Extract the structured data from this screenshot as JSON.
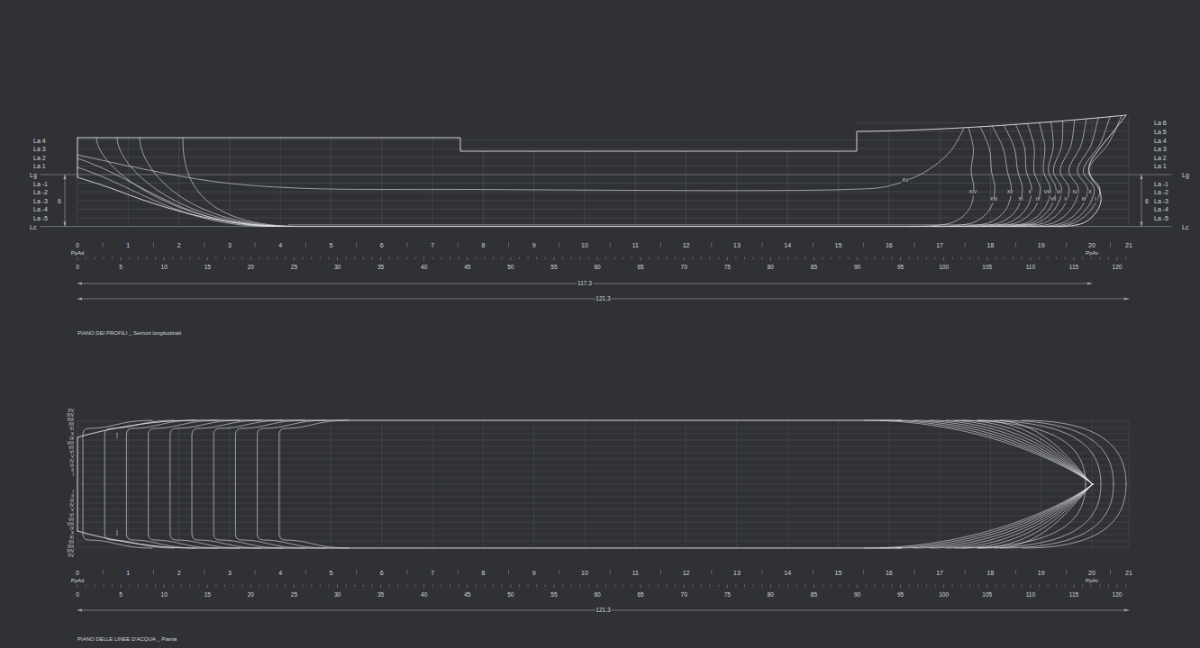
{
  "diagram": {
    "labels": [
      "La 4",
      "La 3",
      "La 2",
      "La 1",
      "Lg",
      "La -1",
      "La -2",
      "La -3",
      "La -4",
      "La -5",
      "Lc",
      "6",
      "La 6",
      "La 5",
      "La 4",
      "La 3",
      "La 2",
      "La 1",
      "Lg",
      "La -1",
      "La -2",
      "La -3",
      "La -4",
      "La -5",
      "Lc",
      "6",
      "XV",
      "XIV",
      "XIII",
      "XII",
      "XI",
      "X",
      "IX",
      "VIII",
      "VII",
      "VI",
      "V",
      "IV",
      "III",
      "II",
      "I",
      "0",
      "1",
      "2",
      "3",
      "4",
      "5",
      "6",
      "7",
      "8",
      "9",
      "10",
      "11",
      "12",
      "13",
      "14",
      "15",
      "16",
      "17",
      "18",
      "19",
      "20",
      "21",
      "PpAd",
      "PpAv",
      "0",
      "5",
      "10",
      "15",
      "20",
      "25",
      "30",
      "35",
      "40",
      "45",
      "50",
      "55",
      "60",
      "65",
      "70",
      "75",
      "80",
      "85",
      "90",
      "95",
      "100",
      "105",
      "110",
      "115",
      "120",
      "117.3",
      "121.3",
      "PIANO DEI PROFILI _ Sezioni longitudinali",
      "XV",
      "XIV",
      "XIII",
      "XII",
      "XI",
      "X",
      "IX",
      "VIII",
      "VII",
      "VI",
      "V",
      "IV",
      "III",
      "II",
      "I",
      "I",
      "II",
      "III",
      "IV",
      "V",
      "VI",
      "VII",
      "VIII",
      "IX",
      "X",
      "XI",
      "XII",
      "XIII",
      "XIV",
      "XV",
      "0",
      "1",
      "2",
      "3",
      "4",
      "5",
      "6",
      "7",
      "8",
      "9",
      "10",
      "11",
      "12",
      "13",
      "14",
      "15",
      "16",
      "17",
      "18",
      "19",
      "20",
      "21",
      "PpAd",
      "PpAv",
      "0",
      "5",
      "10",
      "15",
      "20",
      "25",
      "30",
      "35",
      "40",
      "45",
      "50",
      "55",
      "60",
      "65",
      "70",
      "75",
      "80",
      "85",
      "90",
      "95",
      "100",
      "105",
      "110",
      "115",
      "120",
      "121.3",
      "PIANO DELLE LINEE D'ACQUA _ Pianta"
    ]
  }
}
